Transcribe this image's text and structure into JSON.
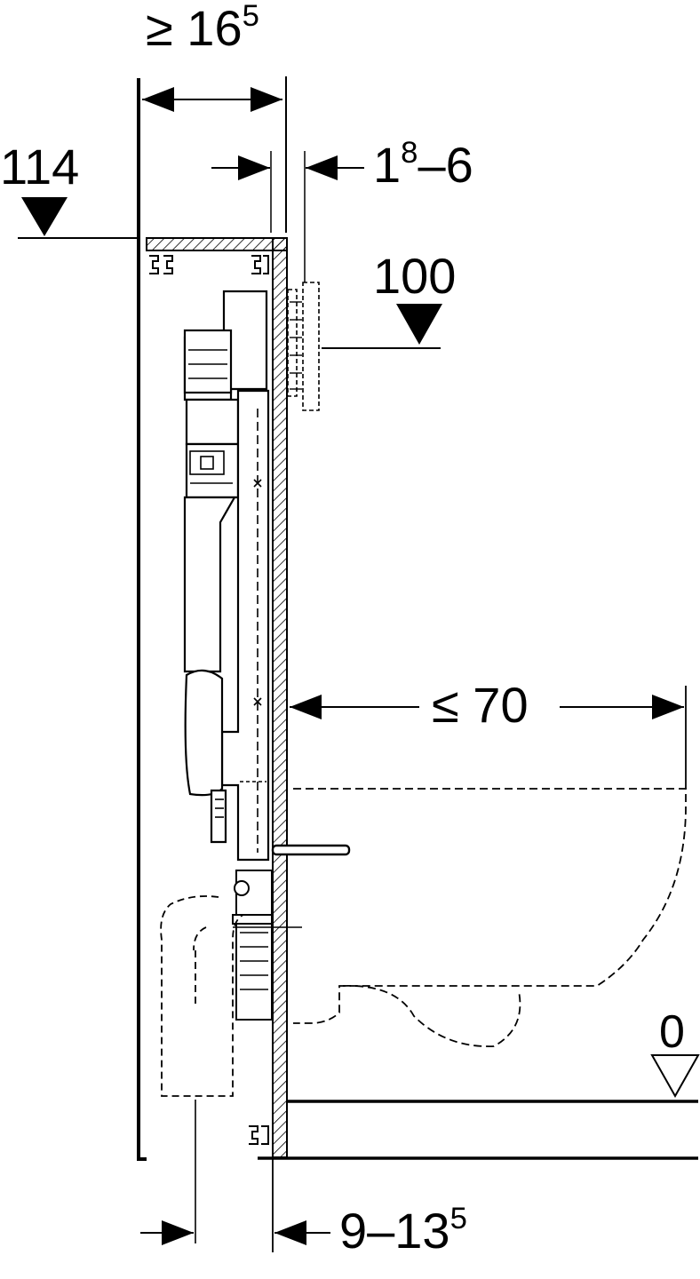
{
  "dimensions": {
    "top_width": {
      "prefix": "≥ 16",
      "sup": "5"
    },
    "clearance": {
      "prefix": "1",
      "sup": "8",
      "suffix": "–6"
    },
    "height_114": "114",
    "height_100": "100",
    "bowl_projection": "≤ 70",
    "floor_level": "0",
    "bottom_offset": {
      "prefix": "9–13",
      "sup": "5"
    }
  },
  "colors": {
    "line": "#000000",
    "background": "#ffffff"
  }
}
